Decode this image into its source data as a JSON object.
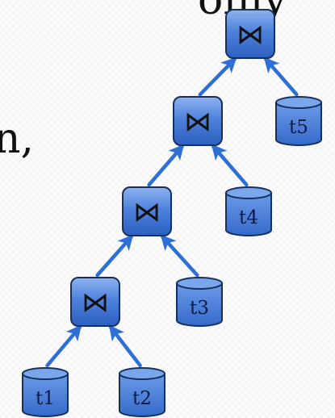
{
  "slide": {
    "text_fragment_top": "only",
    "text_fragment_middle": "n,"
  },
  "diagram": {
    "join_symbol": "⋈",
    "colors": {
      "node_fill": "#3f75d3",
      "node_stroke": "#17315e",
      "edge": "#2e6fd6"
    },
    "joins": [
      {
        "id": "j1"
      },
      {
        "id": "j2"
      },
      {
        "id": "j3"
      },
      {
        "id": "j4"
      }
    ],
    "tables": [
      {
        "id": "t1",
        "label": "t1"
      },
      {
        "id": "t2",
        "label": "t2"
      },
      {
        "id": "t3",
        "label": "t3"
      },
      {
        "id": "t4",
        "label": "t4"
      },
      {
        "id": "t5",
        "label": "t5"
      }
    ],
    "edges": [
      {
        "from": "t1",
        "to": "j4"
      },
      {
        "from": "t2",
        "to": "j4"
      },
      {
        "from": "j4",
        "to": "j3"
      },
      {
        "from": "t3",
        "to": "j3"
      },
      {
        "from": "j3",
        "to": "j2"
      },
      {
        "from": "t4",
        "to": "j2"
      },
      {
        "from": "j2",
        "to": "j1"
      },
      {
        "from": "t5",
        "to": "j1"
      }
    ]
  }
}
